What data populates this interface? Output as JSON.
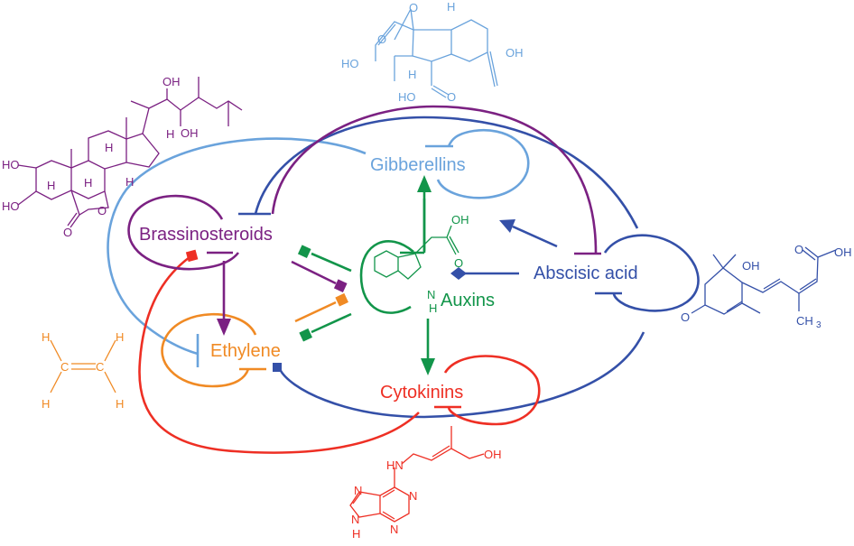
{
  "diagram": {
    "title": "Plant hormone crosstalk network",
    "colors": {
      "auxins": "#12954a",
      "gibberellins": "#6aa3dc",
      "brassinosteroids": "#7b2182",
      "abscisic_acid": "#3450a8",
      "ethylene": "#f08a24",
      "cytokinins": "#ee2f24"
    },
    "nodes": [
      {
        "id": "gibberellins",
        "label": "Gibberellins"
      },
      {
        "id": "brassinosteroids",
        "label": "Brassinosteroids"
      },
      {
        "id": "auxins",
        "label": "Auxins"
      },
      {
        "id": "abscisic_acid",
        "label": "Abscisic acid"
      },
      {
        "id": "ethylene",
        "label": "Ethylene"
      },
      {
        "id": "cytokinins",
        "label": "Cytokinins"
      }
    ],
    "edges": [
      {
        "from": "auxins",
        "to": "gibberellins",
        "type": "promotes"
      },
      {
        "from": "auxins",
        "to": "cytokinins",
        "type": "promotes"
      },
      {
        "from": "brassinosteroids",
        "to": "ethylene",
        "type": "promotes"
      },
      {
        "from": "abscisic_acid",
        "to": "auxins",
        "type": "promotes"
      },
      {
        "from": "abscisic_acid",
        "to": "auxins",
        "type": "modulates"
      },
      {
        "from": "gibberellins",
        "to": "gibberellins",
        "type": "inhibits"
      },
      {
        "from": "brassinosteroids",
        "to": "brassinosteroids",
        "type": "inhibits"
      },
      {
        "from": "abscisic_acid",
        "to": "abscisic_acid",
        "type": "inhibits"
      },
      {
        "from": "ethylene",
        "to": "ethylene",
        "type": "inhibits"
      },
      {
        "from": "cytokinins",
        "to": "cytokinins",
        "type": "inhibits"
      },
      {
        "from": "auxins",
        "to": "auxins",
        "type": "inhibits"
      },
      {
        "from": "gibberellins",
        "to": "ethylene",
        "type": "inhibits"
      },
      {
        "from": "abscisic_acid",
        "to": "brassinosteroids",
        "type": "inhibits"
      },
      {
        "from": "brassinosteroids",
        "to": "abscisic_acid",
        "type": "inhibits"
      },
      {
        "from": "abscisic_acid",
        "to": "ethylene",
        "type": "modulates"
      },
      {
        "from": "cytokinins",
        "to": "brassinosteroids",
        "type": "modulates"
      },
      {
        "from": "auxins",
        "to": "brassinosteroids",
        "type": "modulates"
      },
      {
        "from": "brassinosteroids",
        "to": "auxins",
        "type": "modulates"
      },
      {
        "from": "ethylene",
        "to": "auxins",
        "type": "modulates"
      },
      {
        "from": "auxins",
        "to": "ethylene",
        "type": "modulates"
      }
    ],
    "structures": {
      "brassinosteroid": {
        "atoms": [
          "OH",
          "OH",
          "H",
          "H",
          "H",
          "H",
          "H",
          "HO",
          "HO",
          "O",
          "O"
        ]
      },
      "gibberellin": {
        "atoms": [
          "O",
          "O",
          "H",
          "H",
          "OH",
          "HO",
          "HO",
          "O"
        ]
      },
      "abscisic_acid": {
        "atoms": [
          "OH",
          "OH",
          "O",
          "O",
          "CH",
          "3"
        ]
      },
      "ethylene": {
        "atoms": [
          "H",
          "H",
          "H",
          "H",
          "C",
          "C"
        ]
      },
      "cytokinin": {
        "atoms": [
          "HN",
          "OH",
          "N",
          "N",
          "N",
          "N",
          "H"
        ]
      },
      "auxin": {
        "atoms": [
          "OH",
          "O",
          "N",
          "H"
        ]
      }
    }
  }
}
